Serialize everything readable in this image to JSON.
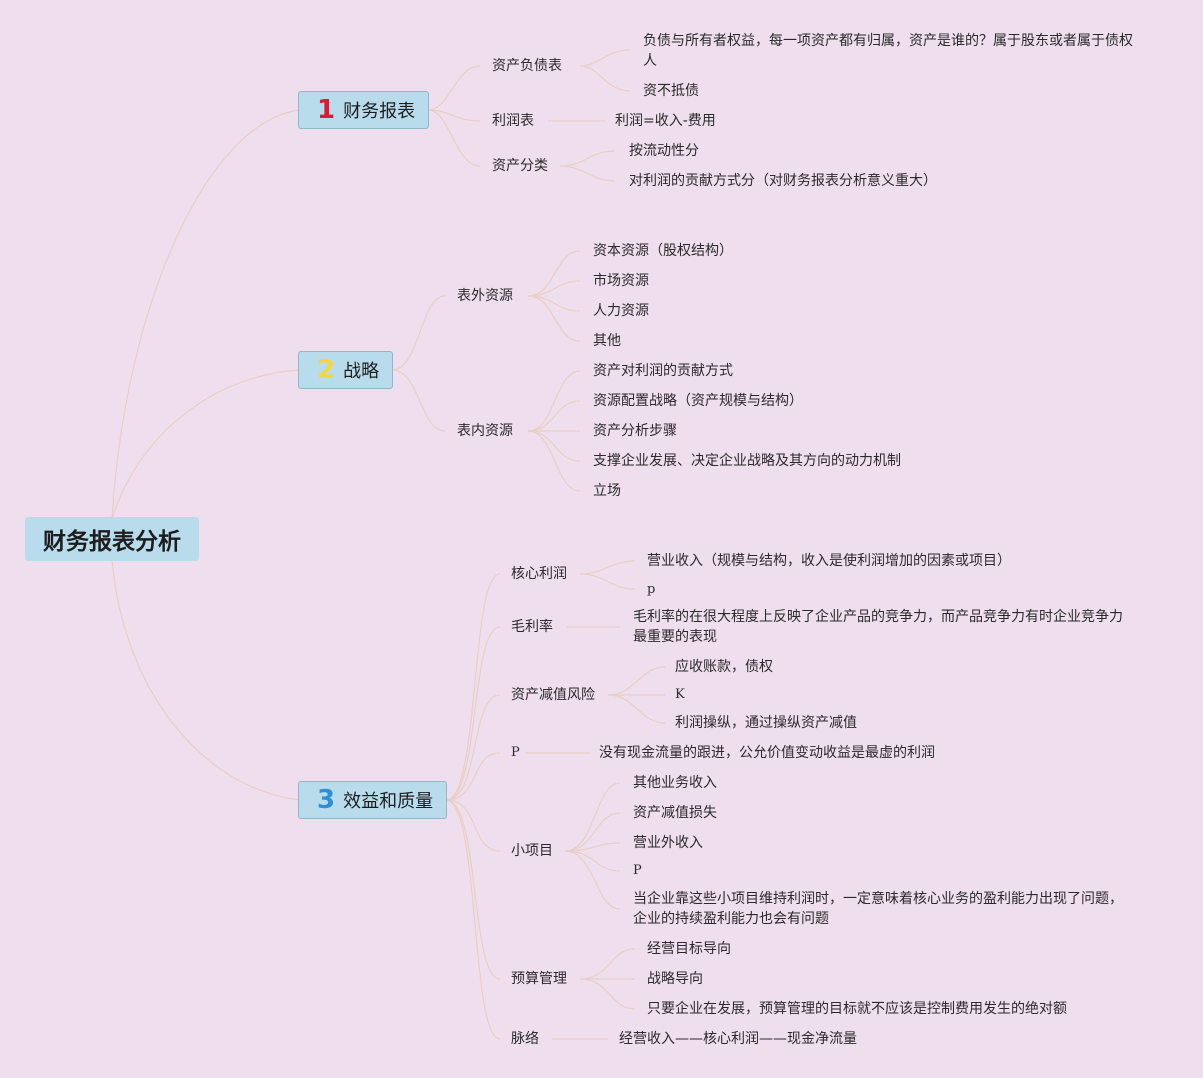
{
  "title": "财务报表分析",
  "colors": {
    "background": "#efdfee",
    "node_fill": "#b9dcec",
    "line": "#e8cfc2",
    "num1": "#e0182f",
    "num2": "#f5d63c",
    "num3": "#2f8fd6"
  },
  "b1": {
    "num": "1",
    "label": "财务报表",
    "s1": {
      "label": "资产负债表",
      "c1": "负债与所有者权益，每一项资产都有归属，资产是谁的？属于股东或者属于债权人",
      "c2": "资不抵债"
    },
    "s2": {
      "label": "利润表",
      "c1": "利润=收入-费用"
    },
    "s3": {
      "label": "资产分类",
      "c1": "按流动性分",
      "c2": "对利润的贡献方式分（对财务报表分析意义重大）"
    }
  },
  "b2": {
    "num": "2",
    "label": "战略",
    "s1": {
      "label": "表外资源",
      "c1": "资本资源（股权结构）",
      "c2": "市场资源",
      "c3": "人力资源",
      "c4": "其他"
    },
    "s2": {
      "label": "表内资源",
      "c1": "资产对利润的贡献方式",
      "c2": "资源配置战略（资产规模与结构）",
      "c3": "资产分析步骤",
      "c4": "支撑企业发展、决定企业战略及其方向的动力机制",
      "c5": "立场"
    }
  },
  "b3": {
    "num": "3",
    "label": "效益和质量",
    "s1": {
      "label": "核心利润",
      "c1": "营业收入（规模与结构，收入是使利润增加的因素或项目）",
      "c2": "p"
    },
    "s2": {
      "label": "毛利率",
      "c1": "毛利率的在很大程度上反映了企业产品的竞争力，而产品竞争力有时企业竞争力最重要的表现"
    },
    "s3": {
      "label": "资产减值风险",
      "c1": "应收账款，债权",
      "c2": "K",
      "c3": "利润操纵，通过操纵资产减值"
    },
    "s4": {
      "label": "P",
      "c1": "没有现金流量的跟进，公允价值变动收益是最虚的利润"
    },
    "s5": {
      "label": "小项目",
      "c1": "其他业务收入",
      "c2": "资产减值损失",
      "c3": "营业外收入",
      "c4": "P",
      "c5": "当企业靠这些小项目维持利润时，一定意味着核心业务的盈利能力出现了问题，企业的持续盈利能力也会有问题"
    },
    "s6": {
      "label": "预算管理",
      "c1": "经营目标导向",
      "c2": "战略导向",
      "c3": "只要企业在发展，预算管理的目标就不应该是控制费用发生的绝对额"
    },
    "s7": {
      "label": "脉络",
      "c1": "经营收入——核心利润——现金净流量"
    }
  }
}
